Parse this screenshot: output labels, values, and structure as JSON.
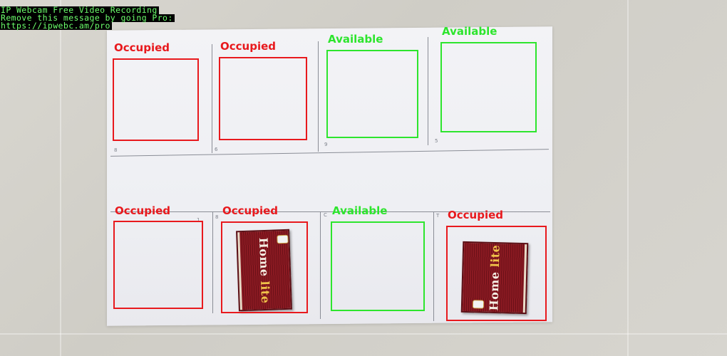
{
  "watermark": {
    "lines": [
      "IP Webcam Free Video Recording",
      "Remove this message by going Pro:",
      "https://ipwebc.am/pro"
    ]
  },
  "colors": {
    "occupied": "#e8191d",
    "available": "#2de52d",
    "watermark_text": "#6cff6c",
    "watermark_bg": "#000000"
  },
  "slots": [
    {
      "id": "top-1",
      "status": "Occupied"
    },
    {
      "id": "top-2",
      "status": "Occupied"
    },
    {
      "id": "top-3",
      "status": "Available"
    },
    {
      "id": "top-4",
      "status": "Available"
    },
    {
      "id": "bottom-1",
      "status": "Occupied"
    },
    {
      "id": "bottom-2",
      "status": "Occupied"
    },
    {
      "id": "bottom-3",
      "status": "Available"
    },
    {
      "id": "bottom-4",
      "status": "Occupied"
    }
  ],
  "cell_numbers": [
    "8",
    "6",
    "9",
    "5",
    "1",
    "8",
    "C",
    "T"
  ],
  "matchbox": {
    "brand_left": "Home ",
    "brand_right": "lite"
  }
}
